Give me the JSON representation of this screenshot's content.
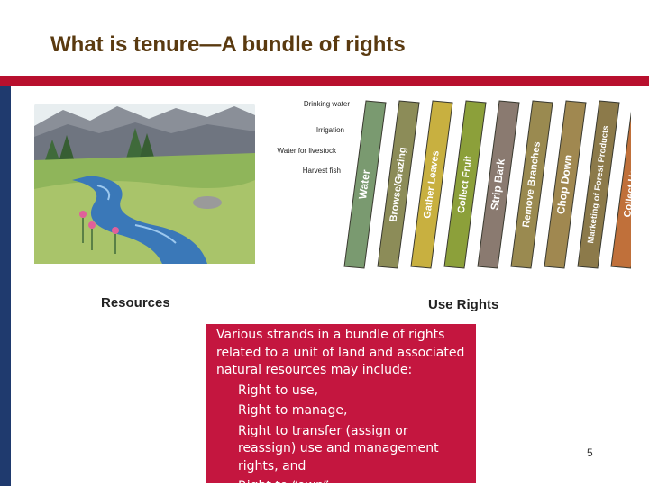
{
  "slide": {
    "title": "What is tenure—A bundle of rights",
    "page_number": "5"
  },
  "figure": {
    "resources_label": "Resources",
    "use_rights_label": "Use Rights",
    "water_uses": [
      "Drinking water",
      "Irrigation",
      "Water for livestock",
      "Harvest fish"
    ],
    "strands": [
      {
        "label": "Water",
        "color": "#7a9a70"
      },
      {
        "label": "Browse/Grazing",
        "color": "#8c8c58"
      },
      {
        "label": "Gather Leaves",
        "color": "#c8b040"
      },
      {
        "label": "Collect Fruit",
        "color": "#8ca03a"
      },
      {
        "label": "Strip Bark",
        "color": "#8a7a70"
      },
      {
        "label": "Remove Branches",
        "color": "#9a8a50"
      },
      {
        "label": "Chop Down",
        "color": "#a08850"
      },
      {
        "label": "Marketing of Forest Products",
        "color": "#8c7a4a"
      },
      {
        "label": "Collect Honey",
        "color": "#c0703a"
      }
    ]
  },
  "callout": {
    "intro": "Various strands in a bundle of rights related to a unit of land and associated natural resources may include:",
    "items": [
      "Right to use,",
      "Right to manage,",
      "Right to transfer (assign or reassign) use and management rights, and",
      "Right to “own”."
    ],
    "bg_color": "#c4163f"
  },
  "colors": {
    "title": "#5a3a10",
    "accent_red": "#b8102e",
    "accent_blue": "#1f3a6e"
  }
}
